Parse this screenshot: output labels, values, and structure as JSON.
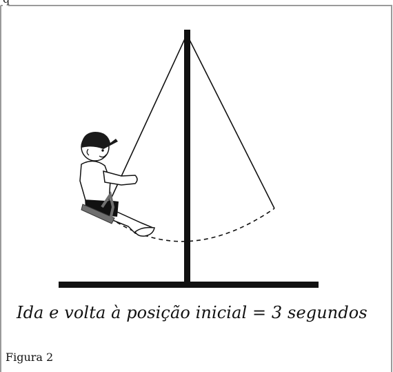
{
  "top_fragment": "q",
  "equation": "Ida e volta à posição inicial = 3 segundos",
  "figure_label": "Figura 2",
  "colors": {
    "border": "#9a9a9a",
    "ink": "#111111",
    "cap": "#1a1a1a",
    "seat": "#6f6f6f"
  }
}
